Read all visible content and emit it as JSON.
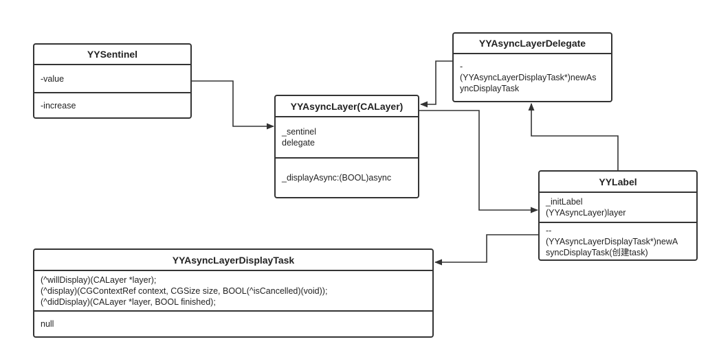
{
  "classes": {
    "sentinel": {
      "name": "YYSentinel",
      "attributes": "-value",
      "methods": "-increase"
    },
    "delegate": {
      "name": "YYAsyncLayerDelegate",
      "attributes": "-\n(YYAsyncLayerDisplayTask*)newAs\nyncDisplayTask",
      "methods": ""
    },
    "layer": {
      "name": "YYAsyncLayer(CALayer)",
      "attributes": "_sentinel\ndelegate",
      "methods": "_displayAsync:(BOOL)async"
    },
    "label": {
      "name": "YYLabel",
      "attributes": "_initLabel\n(YYAsyncLayer)layer",
      "methods": "--\n(YYAsyncLayerDisplayTask*)newA\nsyncDisplayTask(创建task)"
    },
    "task": {
      "name": "YYAsyncLayerDisplayTask",
      "attributes": "(^willDisplay)(CALayer *layer);\n(^display)(CGContextRef context, CGSize size, BOOL(^isCancelled)(void));\n(^didDisplay)(CALayer *layer, BOOL finished);",
      "methods": "null"
    }
  },
  "colors": {
    "line": "#333333",
    "box_border": "#333333",
    "background": "#ffffff"
  }
}
